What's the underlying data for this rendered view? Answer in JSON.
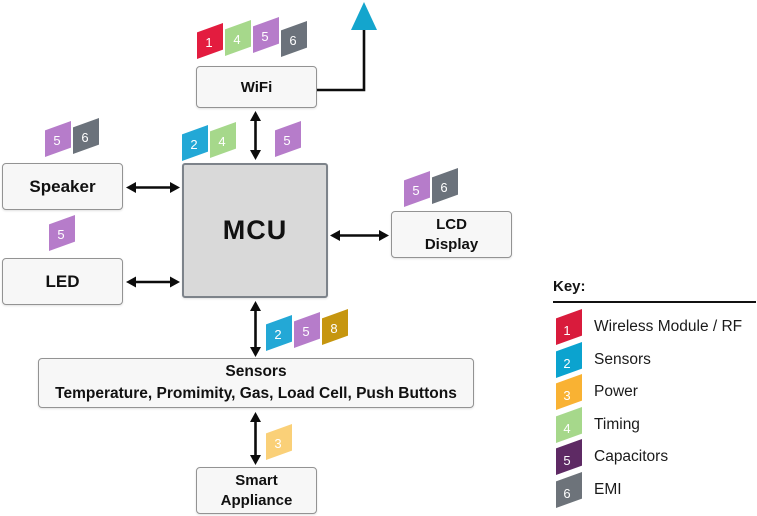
{
  "diagram": {
    "antenna_color": "#14a5cd",
    "line_color": "#0c0c0c",
    "blocks": {
      "wifi": "WiFi",
      "speaker": "Speaker",
      "led": "LED",
      "mcu": "MCU",
      "lcd": "LCD Display",
      "sensors_title": "Sensors",
      "sensors_subtitle": "Temperature, Promimity, Gas, Load Cell, Push Buttons",
      "smart_appliance": "Smart Appliance"
    },
    "badges": {
      "wifi": [
        {
          "n": "1",
          "color": "#e31c3f"
        },
        {
          "n": "4",
          "color": "#a6d88b"
        },
        {
          "n": "5",
          "color": "#b67cca"
        },
        {
          "n": "6",
          "color": "#6b727b"
        }
      ],
      "mcu_left": [
        {
          "n": "2",
          "color": "#23a8d6"
        },
        {
          "n": "4",
          "color": "#a6d88b"
        }
      ],
      "mcu_right": [
        {
          "n": "5",
          "color": "#b67cca"
        }
      ],
      "speaker": [
        {
          "n": "5",
          "color": "#b67cca"
        },
        {
          "n": "6",
          "color": "#6b727b"
        }
      ],
      "led": [
        {
          "n": "5",
          "color": "#b67cca"
        }
      ],
      "lcd": [
        {
          "n": "5",
          "color": "#b67cca"
        },
        {
          "n": "6",
          "color": "#6b727b"
        }
      ],
      "sensors": [
        {
          "n": "2",
          "color": "#23a8d6"
        },
        {
          "n": "5",
          "color": "#b67cca"
        },
        {
          "n": "8",
          "color": "#c6960f"
        }
      ],
      "smart_appliance": [
        {
          "n": "3",
          "color": "#fad078"
        }
      ]
    }
  },
  "key": {
    "title": "Key:",
    "items": [
      {
        "n": "1",
        "label": "Wireless Module / RF",
        "color": "#d91b3c"
      },
      {
        "n": "2",
        "label": "Sensors",
        "color": "#0ba3cf"
      },
      {
        "n": "3",
        "label": "Power",
        "color": "#f9b233"
      },
      {
        "n": "4",
        "label": "Timing",
        "color": "#a6d88b"
      },
      {
        "n": "5",
        "label": "Capacitors",
        "color": "#5e2a64"
      },
      {
        "n": "6",
        "label": "EMI",
        "color": "#6d737a"
      }
    ]
  }
}
